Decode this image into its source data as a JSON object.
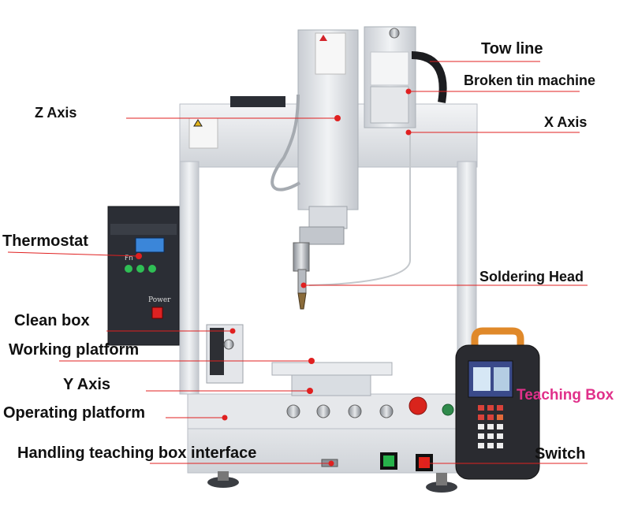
{
  "labels": {
    "tow_line": "Tow line",
    "broken_tin_machine": "Broken tin machine",
    "z_axis": "Z Axis",
    "x_axis": "X Axis",
    "thermostat": "Thermostat",
    "soldering_head": "Soldering Head",
    "clean_box": "Clean box",
    "working_platform": "Working platform",
    "y_axis": "Y Axis",
    "teaching_box": "Teaching Box",
    "operating_platform": "Operating platform",
    "handling_interface": "Handling teaching box interface",
    "switch": "Switch"
  },
  "panel": {
    "power_label": "Power",
    "fn_label": "Fn"
  },
  "colors": {
    "leader_line": "#e02020",
    "marker_dot": "#e02020",
    "frame": "#dcdfe4",
    "frame_edge": "#b9bec6",
    "control_panel": "#2b2e35",
    "teaching_box_body": "#2a2b30",
    "teaching_box_handle": "#e0892a",
    "teaching_box_label": "#e0308a"
  }
}
